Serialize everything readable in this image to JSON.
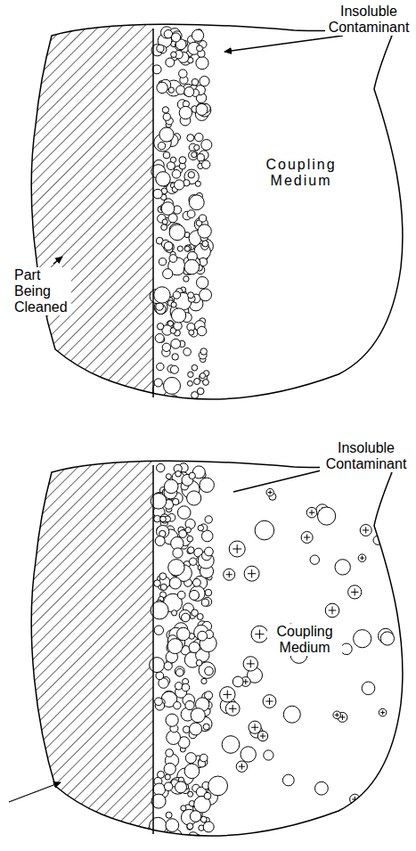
{
  "diagram": {
    "labels": [
      "Insoluble Contaminant",
      "Coupling Medium",
      "Part Being Cleaned",
      "Insoluble Contaminant",
      "Coupling Medium"
    ]
  }
}
